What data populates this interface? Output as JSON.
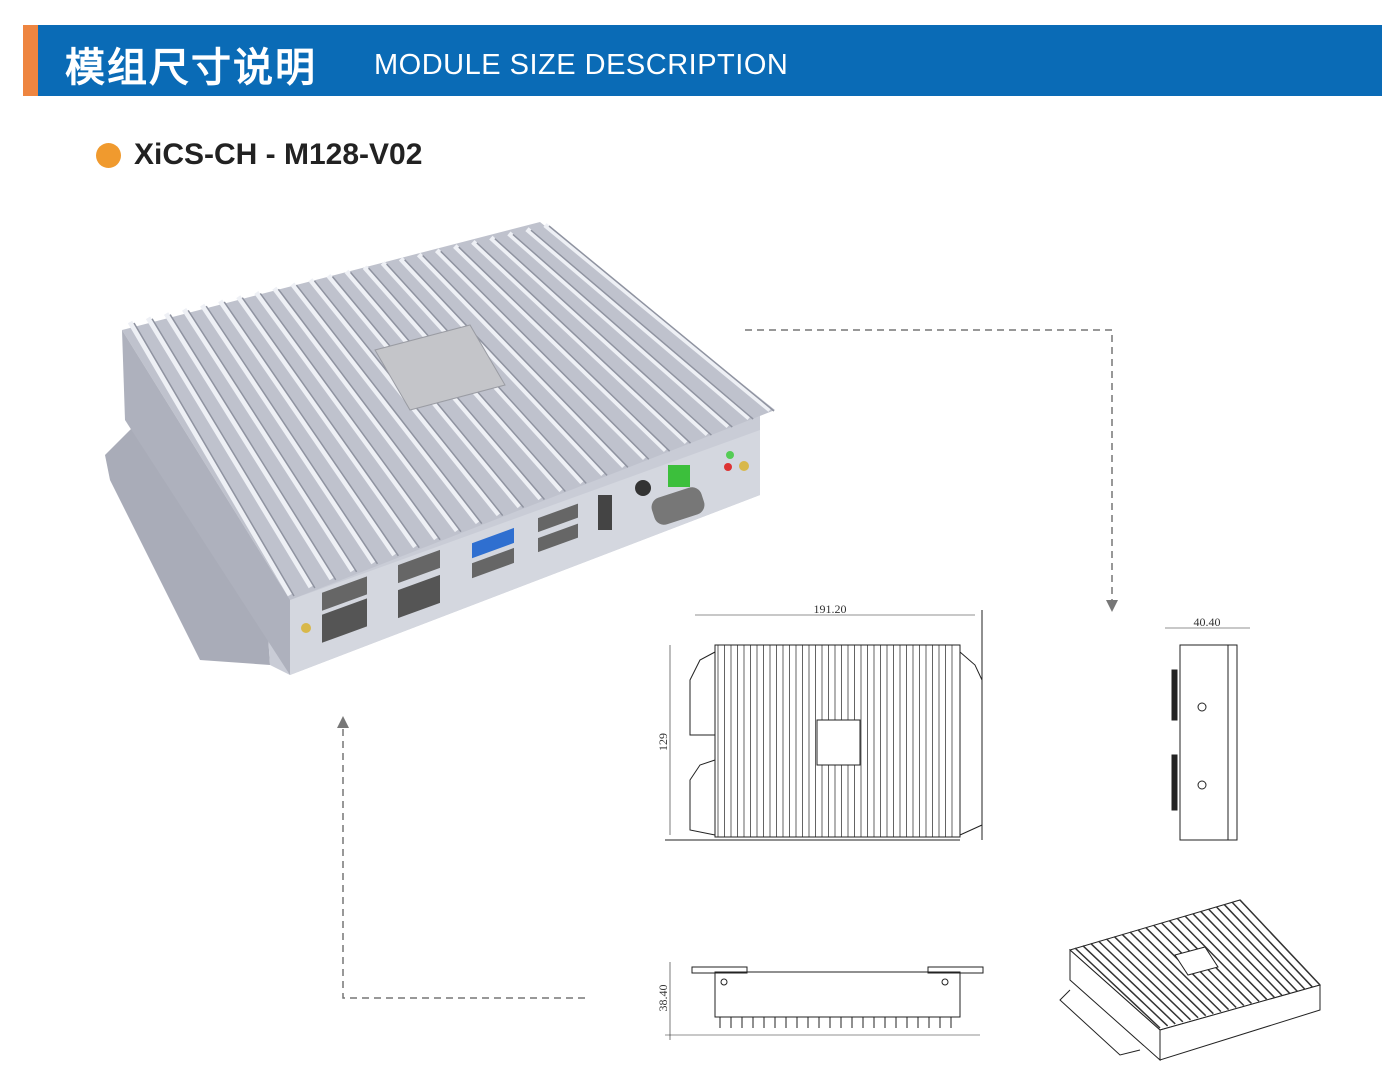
{
  "header": {
    "title_cn": "模组尺寸说明",
    "title_en": "MODULE SIZE DESCRIPTION"
  },
  "model": {
    "name": "XiCS-CH - M128-V02"
  },
  "drawings": {
    "top_view": {
      "width_label": "191.20",
      "height_label": "129"
    },
    "side_view": {
      "width_label": "40.40"
    },
    "front_view": {
      "height_label": "38.40"
    }
  },
  "colors": {
    "header_bg": "#0a6bb6",
    "accent_orange": "#ee8540",
    "bullet_orange": "#f09a2e",
    "chassis": "#b9bcc8"
  }
}
